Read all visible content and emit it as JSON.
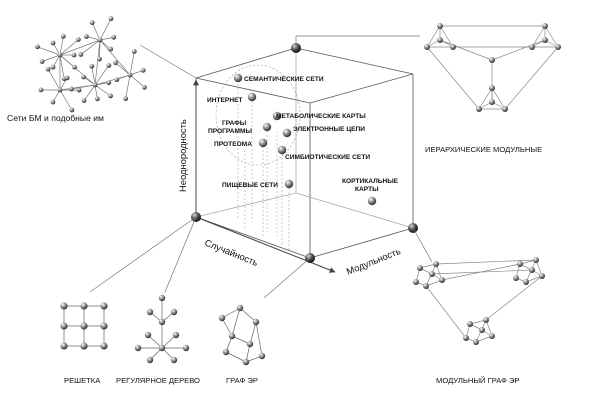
{
  "axes": {
    "vertical": "Неоднородность",
    "random": "Случайность",
    "modular": "Модульность"
  },
  "points": {
    "semantic": "СЕМАНТИЧЕСКИЕ СЕТИ",
    "internet": "ИНТЕРНЕТ",
    "metabolic": "МЕТАБОЛИЧЕСКИЕ КАРТЫ",
    "graphs1": "ГРАФЫ",
    "graphs2": "ПРОГРАММЫ",
    "electronic": "ЭЛЕКТРОННЫЕ ЦЕПИ",
    "proteome": "ПРОТЕОМА",
    "symbiotic": "СИМБИОТИЧЕСКИЕ СЕТИ",
    "foodwebs": "ПИЩЕВЫЕ СЕТИ",
    "cortical1": "КОРТИКАЛЬНЫЕ",
    "cortical2": "КАРТЫ"
  },
  "networks": {
    "bm": "Сети БМ и подобные им",
    "hierarchical": "ИЕРАРХИЧЕСКИЕ МОДУЛЬНЫЕ",
    "lattice": "РЕШЕТКА",
    "tree": "РЕГУЛЯРНОЕ ДЕРЕВО",
    "er": "ГРАФ ЭР",
    "modular_er": "МОДУЛЬНЫЙ ГРАФ ЭР"
  },
  "colors": {
    "line": "#555555",
    "light": "#999999",
    "node": "#8a8a8a"
  }
}
